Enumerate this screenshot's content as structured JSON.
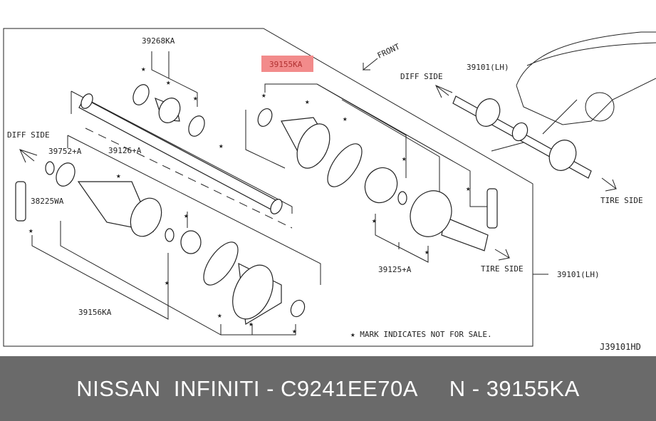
{
  "diagram": {
    "labels": {
      "p39268KA": "39268KA",
      "p39155KA": "39155KA",
      "front": "FRONT",
      "diff_side_left": "DIFF SIDE",
      "diff_side_right": "DIFF SIDE",
      "p39752A": "39752+A",
      "p39126A": "39126+A",
      "p38225WA": "38225WA",
      "p39156KA": "39156KA",
      "p39125A": "39125+A",
      "tire_side_mid": "TIRE SIDE",
      "tire_side_right": "TIRE SIDE",
      "p39101LH_top": "39101(LH)",
      "p39101LH_side": "39101(LH)",
      "note": "★ MARK INDICATES NOT FOR SALE.",
      "code": "J39101HD"
    },
    "highlight_color": "#f28b8b"
  },
  "footer": {
    "text": "NISSAN  INFINITI - C9241EE70A     N - 39155KA"
  }
}
